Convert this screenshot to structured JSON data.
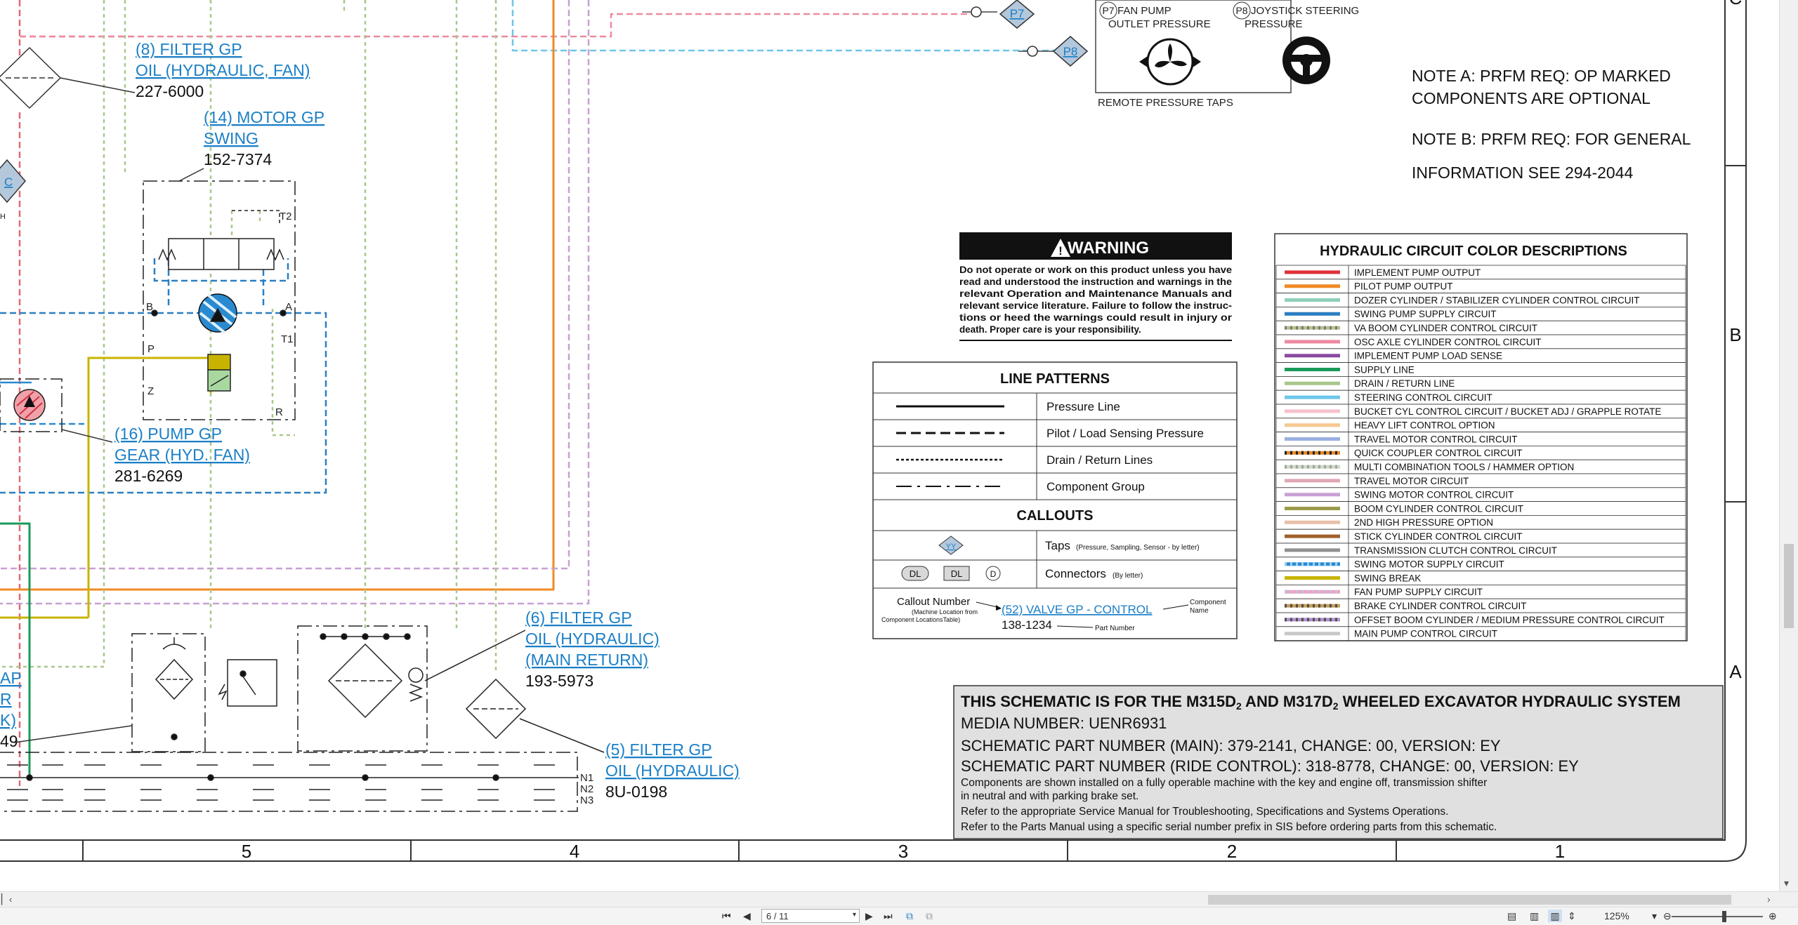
{
  "drawing": {
    "callouts": {
      "filter8": {
        "l1": "(8) FILTER GP",
        "l2": "OIL (HYDRAULIC, FAN)",
        "part": "227-6000"
      },
      "motor14": {
        "l1": "(14) MOTOR GP",
        "l2": "SWING",
        "part": "152-7374"
      },
      "pump16": {
        "l1": "(16) PUMP GP",
        "l2": "GEAR (HYD. FAN)",
        "part": "281-6269"
      },
      "filter6": {
        "l1": "(6) FILTER GP",
        "l2": "OIL (HYDRAULIC)",
        "l3": "(MAIN RETURN)",
        "part": "193-5973"
      },
      "filter5": {
        "l1": "(5) FILTER GP",
        "l2": "OIL (HYDRAULIC)",
        "part": "8U-0198"
      },
      "left_partial": {
        "l1": "AP",
        "l2": "R",
        "l3": "K)",
        "part": "49"
      }
    },
    "taps": {
      "p7": "P7",
      "p8": "P8",
      "c": "C",
      "h": "H"
    },
    "ports": {
      "t2": "T2",
      "b": "B",
      "a": "A",
      "p": "P",
      "t1": "T1",
      "z": "Z",
      "r": "R",
      "n1": "N1",
      "n2": "N2",
      "n3": "N3"
    },
    "remote_taps": {
      "p7_tag": "P7",
      "p7_l1": "FAN PUMP",
      "p7_l2": "OUTLET PRESSURE",
      "p8_tag": "P8",
      "p8_l1": "JOYSTICK STEERING",
      "p8_l2": "PRESSURE",
      "caption": "REMOTE PRESSURE TAPS"
    },
    "notes": {
      "a1": "NOTE A: PRFM REQ: OP MARKED",
      "a2": "COMPONENTS ARE OPTIONAL",
      "b1": "NOTE B: PRFM REQ: FOR GENERAL",
      "b2": "INFORMATION SEE 294-2044"
    },
    "warning": {
      "title": "WARNING",
      "lines": [
        "Do not operate or work on this product unless you have",
        "read and understood the instruction and warnings in the",
        "relevant Operation and Maintenance Manuals and",
        "relevant service literature. Failure to follow the instruc-",
        "tions or heed the warnings could result in injury or",
        "death. Proper care is your responsibility."
      ]
    },
    "line_patterns": {
      "title": "LINE PATTERNS",
      "rows": [
        "Pressure Line",
        "Pilot / Load Sensing Pressure",
        "Drain / Return Lines",
        "Component Group"
      ],
      "callouts_title": "CALLOUTS",
      "taps_label": "Taps",
      "taps_note": "(Pressure, Sampling, Sensor - by letter)",
      "taps_symbol": "YY",
      "conn_label": "Connectors",
      "conn_note": "(By letter)",
      "conn_a": "DL",
      "conn_b": "DL",
      "conn_c": "D",
      "ex_callout": "Callout Number",
      "ex_callout_note1": "(Machine Location from",
      "ex_callout_note2": "Component LocationsTable)",
      "ex_name": "(52) VALVE GP - CONTROL",
      "ex_comp1": "Component",
      "ex_comp2": "Name",
      "ex_part": "138-1234",
      "ex_part_label": "Part Number"
    },
    "color_table": {
      "title": "HYDRAULIC CIRCUIT COLOR DESCRIPTIONS",
      "rows": [
        {
          "label": "IMPLEMENT PUMP OUTPUT",
          "color": "#e0303a"
        },
        {
          "label": "PILOT PUMP OUTPUT",
          "color": "#f08a24"
        },
        {
          "label": "DOZER CYLINDER / STABILIZER CYLINDER CONTROL CIRCUIT",
          "color": "#8fcfb8"
        },
        {
          "label": "SWING PUMP SUPPLY CIRCUIT",
          "color": "#2a7fc2"
        },
        {
          "label": "VA BOOM CYLINDER CONTROL CIRCUIT",
          "color": "#b8c28a",
          "stripe": "#7a7a7a"
        },
        {
          "label": "OSC AXLE CYLINDER CONTROL CIRCUIT",
          "color": "#ee8aa0"
        },
        {
          "label": "IMPLEMENT PUMP LOAD SENSE",
          "color": "#8a4aa0"
        },
        {
          "label": "SUPPLY LINE",
          "color": "#1a9a5a"
        },
        {
          "label": "DRAIN / RETURN LINE",
          "color": "#a8c88a"
        },
        {
          "label": "STEERING CONTROL CIRCUIT",
          "color": "#6cc6e8"
        },
        {
          "label": "BUCKET CYL CONTROL CIRCUIT / BUCKET ADJ / GRAPPLE ROTATE",
          "color": "#f4c2cc"
        },
        {
          "label": "HEAVY LIFT CONTROL OPTION",
          "color": "#f6c890"
        },
        {
          "label": "TRAVEL MOTOR CONTROL CIRCUIT",
          "color": "#9ab0e0"
        },
        {
          "label": "QUICK COUPLER CONTROL CIRCUIT",
          "color": "#e88a2a",
          "stripe": "#222222"
        },
        {
          "label": "MULTI COMBINATION TOOLS / HAMMER OPTION",
          "color": "#d0d8c8",
          "stripe": "#9aa89a"
        },
        {
          "label": "TRAVEL MOTOR CIRCUIT",
          "color": "#e0a8b4"
        },
        {
          "label": "SWING MOTOR CONTROL CIRCUIT",
          "color": "#c8a0d4"
        },
        {
          "label": "BOOM CYLINDER CONTROL CIRCUIT",
          "color": "#9a9a4a"
        },
        {
          "label": "2ND HIGH PRESSURE OPTION",
          "color": "#e8c0a8"
        },
        {
          "label": "STICK CYLINDER CONTROL CIRCUIT",
          "color": "#a0602a"
        },
        {
          "label": "TRANSMISSION CLUTCH CONTROL CIRCUIT",
          "color": "#909090"
        },
        {
          "label": "SWING MOTOR SUPPLY CIRCUIT",
          "color": "#2a8ad0",
          "stripe": "#9ad0f0"
        },
        {
          "label": "SWING BREAK",
          "color": "#c8b400"
        },
        {
          "label": "FAN PUMP SUPPLY CIRCUIT",
          "color": "#f0a0c0",
          "stripe": "#c0c0e0"
        },
        {
          "label": "BRAKE CYLINDER CONTROL CIRCUIT",
          "color": "#c0a060",
          "stripe": "#5a4a3a"
        },
        {
          "label": "OFFSET BOOM CYLINDER / MEDIUM PRESSURE CONTROL CIRCUIT",
          "color": "#b090d0",
          "stripe": "#505050"
        },
        {
          "label": "MAIN PUMP CONTROL CIRCUIT",
          "color": "#c8c8c8"
        }
      ]
    },
    "title_block": {
      "title_pre": "THIS SCHEMATIC IS FOR THE M315D",
      "title_sub1": "2",
      "title_mid": " AND M317D",
      "title_sub2": "2",
      "title_post": " WHEELED EXCAVATOR HYDRAULIC SYSTEM",
      "media": "MEDIA NUMBER: UENR6931",
      "part_main": "SCHEMATIC PART NUMBER (MAIN): 379-2141, CHANGE: 00, VERSION: EY",
      "part_ride": "SCHEMATIC PART NUMBER (RIDE CONTROL): 318-8778, CHANGE: 00, VERSION: EY",
      "n1": "Components are shown installed on a fully operable machine with the key and engine off, transmission shifter",
      "n2": "in neutral and with parking brake set.",
      "n3": "Refer to the appropriate Service Manual for Troubleshooting, Specifications and Systems Operations.",
      "n4": "Refer to the Parts Manual using a specific serial number prefix in SIS before ordering parts from this schematic."
    },
    "grid": {
      "cols": [
        "5",
        "4",
        "3",
        "2",
        "1"
      ],
      "rows": [
        "C",
        "B",
        "A"
      ]
    }
  },
  "toolbar": {
    "page_value": "6 / 11",
    "zoom": "125%",
    "icons": {
      "first": "first-page-icon",
      "prev": "prev-page-icon",
      "next": "next-page-icon",
      "last": "last-page-icon"
    }
  }
}
